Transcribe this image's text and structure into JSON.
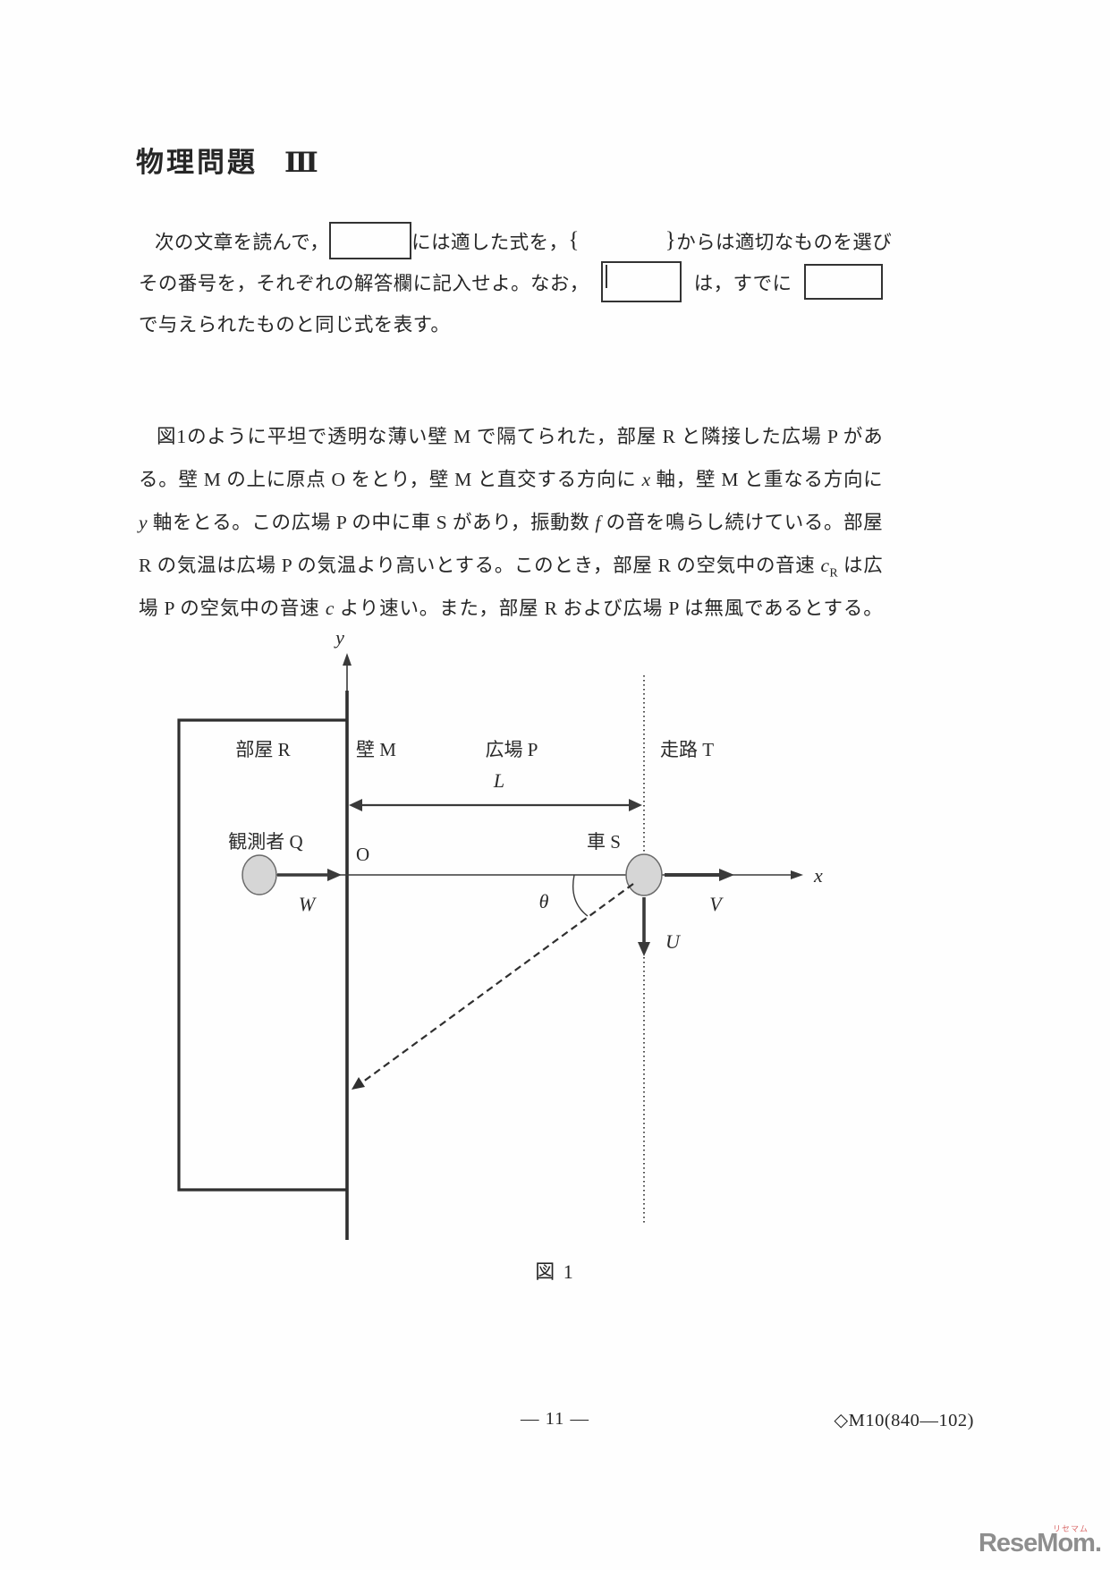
{
  "page": {
    "title": "物理問題",
    "title_numeral": "Ⅲ",
    "caption": "図 1",
    "page_number": "— 11 —",
    "doc_code": "◇M10(840—102)",
    "watermark": "ReseMom.",
    "watermark_ruby": "リセマム"
  },
  "instructions": {
    "l1_pre": "次の文章を読んで，",
    "l1_mid": "には適した式を，",
    "brace_open": "{",
    "brace_close": "}",
    "l1_post": "からは適切なものを選び",
    "l2_pre": "その番号を，それぞれの解答欄に記入せよ。なお，",
    "l2_mid": "は，すでに",
    "l3": "で与えられたものと同じ式を表す。"
  },
  "paragraph": {
    "l1": "図1のように平坦で透明な薄い壁 M で隔てられた，部屋 R と隣接した広場 P があ",
    "l2": "る。壁 M の上に原点 O をとり，壁 M と直交する方向に *x* 軸，壁 M と重なる方向に",
    "l3": "*y* 軸をとる。この広場 P の中に車 S があり，振動数 *f* の音を鳴らし続けている。部屋",
    "l4": "R の気温は広場 P の気温より高いとする。このとき，部屋 R の空気中の音速 *c*_{R} は広",
    "l5": "場 P の空気中の音速 *c* より速い。また，部屋 R および広場 P は無風であるとする。"
  },
  "figure": {
    "axis_y": "y",
    "axis_x": "x",
    "origin": "O",
    "room": "部屋 R",
    "wall": "壁 M",
    "plaza": "広場 P",
    "track": "走路 T",
    "observer": "観測者 Q",
    "car": "車 S",
    "length": "L",
    "w": "W",
    "v": "V",
    "u": "U",
    "theta": "θ"
  }
}
